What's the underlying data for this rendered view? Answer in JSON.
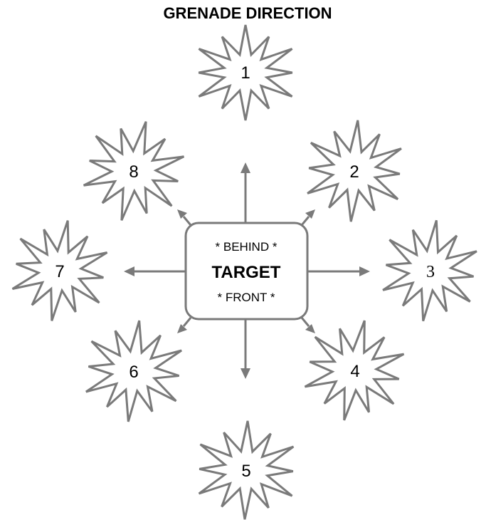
{
  "title": "GRENADE DIRECTION",
  "target": {
    "top": "* BEHIND *",
    "label": "TARGET",
    "bottom": "* FRONT *"
  },
  "bursts": [
    {
      "label": "1"
    },
    {
      "label": "2"
    },
    {
      "label": "3"
    },
    {
      "label": "4"
    },
    {
      "label": "5"
    },
    {
      "label": "6"
    },
    {
      "label": "7"
    },
    {
      "label": "8"
    }
  ],
  "colors": {
    "stroke": "#7a7a7a",
    "text": "#000000",
    "background": "#ffffff"
  }
}
